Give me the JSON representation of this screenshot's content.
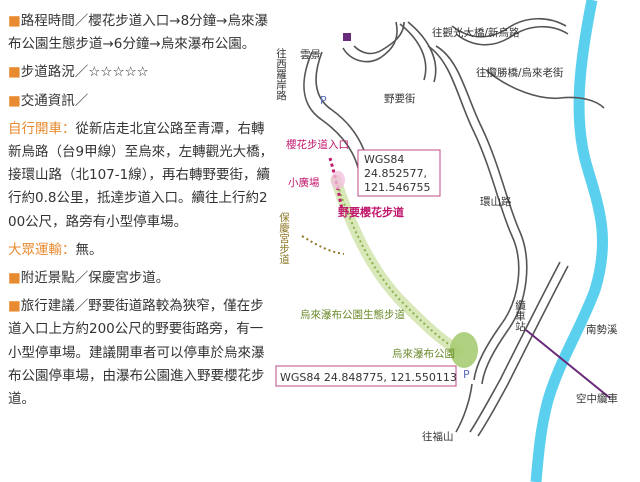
{
  "info": {
    "bullet_glyph": "■",
    "route_time": "路程時間／櫻花步道入口→8分鐘→烏來瀑布公園生態步道→6分鐘→烏來瀑布公園。",
    "trail_condition": "步道路況／☆☆☆☆☆",
    "transport_title": "交通資訊／",
    "self_drive_label": "自行開車：",
    "self_drive_text": "從新店走北宜公路至青潭，右轉新烏路（台9甲線）至烏來，左轉觀光大橋，接環山路（北107-1線），再右轉野要街，續行約0.8公里，抵達步道入口。續往上行約200公尺，路旁有小型停車場。",
    "public_transport_label": "大眾運輸：",
    "public_transport_text": "無。",
    "nearby": "附近景點／保慶宮步道。",
    "travel_advice": "旅行建議／野要街道路較為狹窄，僅在步道入口上方約200公尺的野要街路旁，有一小型停車場。建議開車者可以停車於烏來瀑布公園停車場，由瀑布公園進入野要櫻花步道。"
  },
  "map": {
    "labels": {
      "yunxian": "雲景",
      "to_xiluoan_road": "往西羅岸路",
      "to_guanguang_bridge": "往觀光大橋/新烏路",
      "to_lansheng_bridge": "往攬勝橋/烏來老街",
      "yeyao_street": "野要街",
      "sakura_entrance": "櫻花步道入口",
      "small_plaza": "小廣場",
      "sakura_trail": "野要櫻花步道",
      "huanshan_road": "環山路",
      "baoqing_trail": "保慶宮步道",
      "ecology_trail": "烏來瀑布公園生態步道",
      "waterfall_park": "烏來瀑布公園",
      "cable_station": "纜車站",
      "nanshi_river": "南勢溪",
      "aerial_cable": "空中纜車",
      "to_fushan": "往福山",
      "parking": "P"
    },
    "gps_entrance": [
      "WGS84",
      "24.852577,",
      "121.546755"
    ],
    "gps_park": "WGS84  24.848775, 121.550113",
    "colors": {
      "road": "#555555",
      "sakura_trail": "#c0186d",
      "ecology_trail": "#8db04c",
      "baoqing_trail": "#8e7a28",
      "river": "#5bd0ee",
      "cable": "#6a2a7a",
      "box_border": "#c04a8a",
      "orange": "#e88a2f"
    }
  }
}
